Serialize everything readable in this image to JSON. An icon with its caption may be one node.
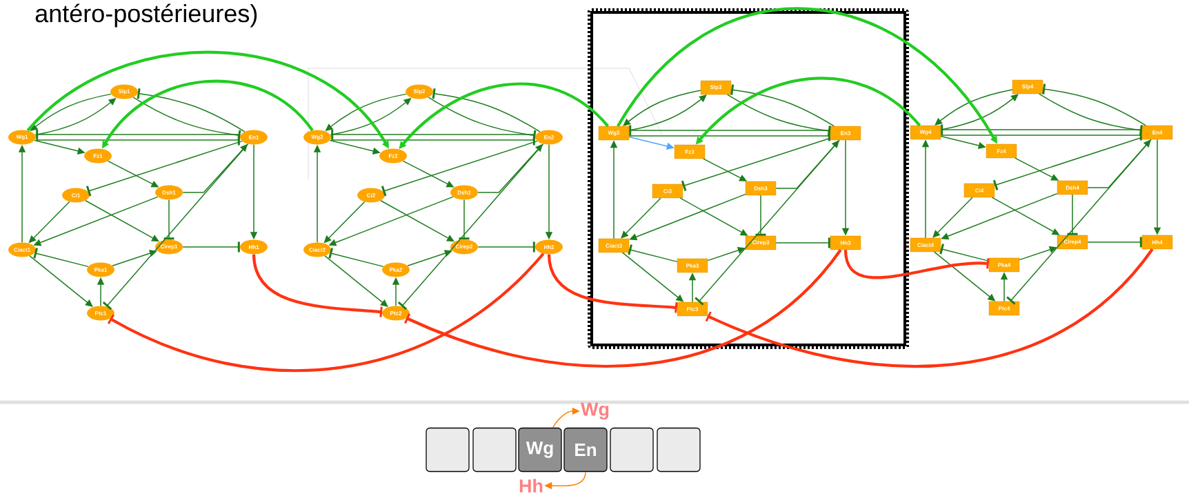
{
  "diagram": {
    "nodes": [
      {
        "text": [
          "Wg1"
        ]
      },
      {
        "text": [
          "Slp1"
        ]
      },
      {
        "text": [
          "En1"
        ]
      },
      {
        "text": [
          "Fz1"
        ]
      },
      {
        "text": [
          "Ci1"
        ]
      },
      {
        "text": [
          "Dsh1"
        ]
      },
      {
        "text": [
          "Ciact1"
        ]
      },
      {
        "text": [
          "Cirep1"
        ]
      },
      {
        "text": [
          "Hh1"
        ]
      },
      {
        "text": [
          "Pka1"
        ]
      },
      {
        "text": [
          "Ptc1"
        ]
      },
      {
        "text": [
          "Wg2"
        ]
      },
      {
        "text": [
          "Slp2"
        ]
      },
      {
        "text": [
          "En2"
        ]
      },
      {
        "text": [
          "Fz2"
        ]
      },
      {
        "text": [
          "Ci2"
        ]
      },
      {
        "text": [
          "Dsh2"
        ]
      },
      {
        "text": [
          "Ciact2"
        ]
      },
      {
        "text": [
          "Cirep2"
        ]
      },
      {
        "text": [
          "Hh2"
        ]
      },
      {
        "text": [
          "Pka2"
        ]
      },
      {
        "text": [
          "Ptc2"
        ]
      },
      {
        "text": [],
        "shape": "box"
      },
      {
        "text": [
          "Wg3"
        ],
        "in": 22
      },
      {
        "text": [
          "Slp3"
        ],
        "in": 22
      },
      {
        "text": [
          "En3"
        ],
        "in": 22
      },
      {
        "text": [
          "Fz3"
        ],
        "in": 22
      },
      {
        "text": [
          "Ci3"
        ],
        "in": 22
      },
      {
        "text": [
          "Dsh3"
        ],
        "in": 22
      },
      {
        "text": [
          "Ciact3"
        ],
        "in": 22
      },
      {
        "text": [
          "Cirep3"
        ],
        "in": 22
      },
      {
        "text": [
          "Hh3"
        ],
        "in": 22
      },
      {
        "text": [
          "Pka3"
        ],
        "in": 22
      },
      {
        "text": [
          "Ptc3"
        ],
        "in": 22
      },
      {
        "text": [
          "Wg4"
        ]
      },
      {
        "text": [
          "Slp4"
        ]
      },
      {
        "text": [
          "En4"
        ]
      },
      {
        "text": [
          "Fz4"
        ]
      },
      {
        "text": [
          "Ci4"
        ]
      },
      {
        "text": [
          "Dsh4"
        ]
      },
      {
        "text": [
          "Ciact4"
        ]
      },
      {
        "text": [
          "Cirep4"
        ]
      },
      {
        "text": [
          "Hh4"
        ]
      },
      {
        "text": [
          "Pka4"
        ]
      },
      {
        "text": [
          "Ptc4"
        ]
      },
      {
        "text": [
          "Wg"
        ]
      },
      {
        "text": [],
        "shape": "box"
      },
      {
        "text": [],
        "shape": "box"
      },
      {
        "text": [
          "Wg"
        ]
      },
      {
        "text": [
          "En"
        ]
      },
      {
        "text": [],
        "shape": "box"
      },
      {
        "text": [],
        "shape": "box"
      },
      {
        "text": [
          "Hh"
        ]
      }
    ],
    "edges": [
      {
        "from": 0,
        "to": 1,
        "arrow": "to"
      },
      {
        "from": 1,
        "to": 0,
        "arrow": "to"
      },
      {
        "from": 2,
        "to": 1,
        "arrow": "other"
      },
      {
        "from": 1,
        "to": 2,
        "arrow": "other"
      },
      {
        "from": 0,
        "to": 2,
        "arrow": "other"
      },
      {
        "from": 2,
        "to": 0,
        "arrow": "other"
      },
      {
        "from": 0,
        "to": 3,
        "arrow": "to"
      },
      {
        "from": 3,
        "to": 5,
        "arrow": "to"
      },
      {
        "from": 2,
        "to": 4,
        "arrow": "other"
      },
      {
        "from": 5,
        "to": 2,
        "arrow": "to"
      },
      {
        "from": 5,
        "to": 7,
        "arrow": "other"
      },
      {
        "from": 5,
        "to": 6,
        "arrow": "to"
      },
      {
        "from": 4,
        "to": 6,
        "arrow": "to"
      },
      {
        "from": 4,
        "to": 7,
        "arrow": "to"
      },
      {
        "from": 6,
        "to": 0,
        "arrow": "to"
      },
      {
        "from": 9,
        "to": 6,
        "arrow": "other"
      },
      {
        "from": 9,
        "to": 7,
        "arrow": "to"
      },
      {
        "from": 6,
        "to": 10,
        "arrow": "to"
      },
      {
        "from": 10,
        "to": 9,
        "arrow": "to"
      },
      {
        "from": 2,
        "to": 10,
        "arrow": "other"
      },
      {
        "from": 7,
        "to": 8,
        "arrow": "other"
      },
      {
        "from": 2,
        "to": 8,
        "arrow": "to"
      },
      {
        "from": 11,
        "to": 12,
        "arrow": "to"
      },
      {
        "from": 12,
        "to": 11,
        "arrow": "to"
      },
      {
        "from": 13,
        "to": 12,
        "arrow": "other"
      },
      {
        "from": 12,
        "to": 13,
        "arrow": "other"
      },
      {
        "from": 11,
        "to": 13,
        "arrow": "other"
      },
      {
        "from": 13,
        "to": 11,
        "arrow": "other"
      },
      {
        "from": 11,
        "to": 14,
        "arrow": "to"
      },
      {
        "from": 14,
        "to": 16,
        "arrow": "to"
      },
      {
        "from": 13,
        "to": 15,
        "arrow": "other"
      },
      {
        "from": 16,
        "to": 13,
        "arrow": "to"
      },
      {
        "from": 16,
        "to": 18,
        "arrow": "other"
      },
      {
        "from": 16,
        "to": 17,
        "arrow": "to"
      },
      {
        "from": 15,
        "to": 17,
        "arrow": "to"
      },
      {
        "from": 15,
        "to": 18,
        "arrow": "to"
      },
      {
        "from": 17,
        "to": 11,
        "arrow": "to"
      },
      {
        "from": 20,
        "to": 17,
        "arrow": "other"
      },
      {
        "from": 20,
        "to": 18,
        "arrow": "to"
      },
      {
        "from": 17,
        "to": 21,
        "arrow": "to"
      },
      {
        "from": 21,
        "to": 20,
        "arrow": "to"
      },
      {
        "from": 13,
        "to": 21,
        "arrow": "other"
      },
      {
        "from": 18,
        "to": 19,
        "arrow": "other"
      },
      {
        "from": 13,
        "to": 19,
        "arrow": "to"
      },
      {
        "from": 23,
        "to": 24,
        "arrow": "to"
      },
      {
        "from": 24,
        "to": 23,
        "arrow": "to"
      },
      {
        "from": 25,
        "to": 24,
        "arrow": "other"
      },
      {
        "from": 24,
        "to": 25,
        "arrow": "other"
      },
      {
        "from": 23,
        "to": 25,
        "arrow": "other"
      },
      {
        "from": 25,
        "to": 23,
        "arrow": "other"
      },
      {
        "from": 23,
        "to": 26,
        "arrow": "to",
        "color": "#4da6ff"
      },
      {
        "from": 26,
        "to": 28,
        "arrow": "to"
      },
      {
        "from": 25,
        "to": 27,
        "arrow": "other"
      },
      {
        "from": 28,
        "to": 25,
        "arrow": "to"
      },
      {
        "from": 28,
        "to": 30,
        "arrow": "other"
      },
      {
        "from": 28,
        "to": 29,
        "arrow": "to"
      },
      {
        "from": 27,
        "to": 29,
        "arrow": "to"
      },
      {
        "from": 27,
        "to": 30,
        "arrow": "to"
      },
      {
        "from": 29,
        "to": 23,
        "arrow": "to"
      },
      {
        "from": 32,
        "to": 29,
        "arrow": "other"
      },
      {
        "from": 32,
        "to": 30,
        "arrow": "to"
      },
      {
        "from": 29,
        "to": 33,
        "arrow": "to"
      },
      {
        "from": 33,
        "to": 32,
        "arrow": "to"
      },
      {
        "from": 25,
        "to": 33,
        "arrow": "other"
      },
      {
        "from": 30,
        "to": 31,
        "arrow": "other"
      },
      {
        "from": 25,
        "to": 31,
        "arrow": "to"
      },
      {
        "from": 34,
        "to": 35,
        "arrow": "to"
      },
      {
        "from": 35,
        "to": 34,
        "arrow": "to"
      },
      {
        "from": 36,
        "to": 35,
        "arrow": "other"
      },
      {
        "from": 35,
        "to": 36,
        "arrow": "other"
      },
      {
        "from": 34,
        "to": 36,
        "arrow": "other"
      },
      {
        "from": 36,
        "to": 34,
        "arrow": "other"
      },
      {
        "from": 34,
        "to": 37,
        "arrow": "to"
      },
      {
        "from": 37,
        "to": 39,
        "arrow": "to"
      },
      {
        "from": 36,
        "to": 38,
        "arrow": "other"
      },
      {
        "from": 39,
        "to": 36,
        "arrow": "to"
      },
      {
        "from": 39,
        "to": 41,
        "arrow": "other"
      },
      {
        "from": 39,
        "to": 40,
        "arrow": "to"
      },
      {
        "from": 38,
        "to": 40,
        "arrow": "to"
      },
      {
        "from": 38,
        "to": 41,
        "arrow": "to"
      },
      {
        "from": 40,
        "to": 34,
        "arrow": "to"
      },
      {
        "from": 43,
        "to": 40,
        "arrow": "other"
      },
      {
        "from": 43,
        "to": 41,
        "arrow": "to"
      },
      {
        "from": 40,
        "to": 44,
        "arrow": "to"
      },
      {
        "from": 44,
        "to": 43,
        "arrow": "to"
      },
      {
        "from": 36,
        "to": 44,
        "arrow": "other"
      },
      {
        "from": 41,
        "to": 42,
        "arrow": "other"
      },
      {
        "from": 36,
        "to": 42,
        "arrow": "to"
      },
      {
        "from": 0,
        "to": 14,
        "arrow": "to",
        "style": "thick",
        "color": "#22cc22"
      },
      {
        "from": 11,
        "to": 3,
        "arrow": "to",
        "style": "thick",
        "color": "#22cc22"
      },
      {
        "from": 23,
        "to": 14,
        "arrow": "to",
        "style": "thick",
        "color": "#22cc22"
      },
      {
        "from": 23,
        "to": 37,
        "arrow": "to",
        "style": "thick",
        "color": "#22cc22"
      },
      {
        "from": 34,
        "to": 26,
        "arrow": "to",
        "style": "thick",
        "color": "#22cc22"
      },
      {
        "from": 8,
        "to": 21,
        "arrow": "other",
        "style": "thick",
        "color": "#ff3311"
      },
      {
        "from": 19,
        "to": 10,
        "arrow": "other",
        "style": "thick",
        "color": "#ff3311"
      },
      {
        "from": 19,
        "to": 33,
        "arrow": "other",
        "style": "thick",
        "color": "#ff3311"
      },
      {
        "from": 31,
        "to": 21,
        "arrow": "other",
        "style": "thick",
        "color": "#ff3311"
      },
      {
        "from": 31,
        "to": 43,
        "arrow": "other",
        "style": "thick",
        "color": "#ff3311"
      },
      {
        "from": 42,
        "to": 33,
        "arrow": "other",
        "style": "thick",
        "color": "#ff3311"
      },
      {
        "from": 48,
        "to": 45,
        "arrow": "to",
        "color": "#ff8000"
      },
      {
        "from": 49,
        "to": 52,
        "arrow": "to",
        "color": "#ff8000"
      }
    ],
    "labels": [
      "antéro-postérieures)"
    ]
  }
}
